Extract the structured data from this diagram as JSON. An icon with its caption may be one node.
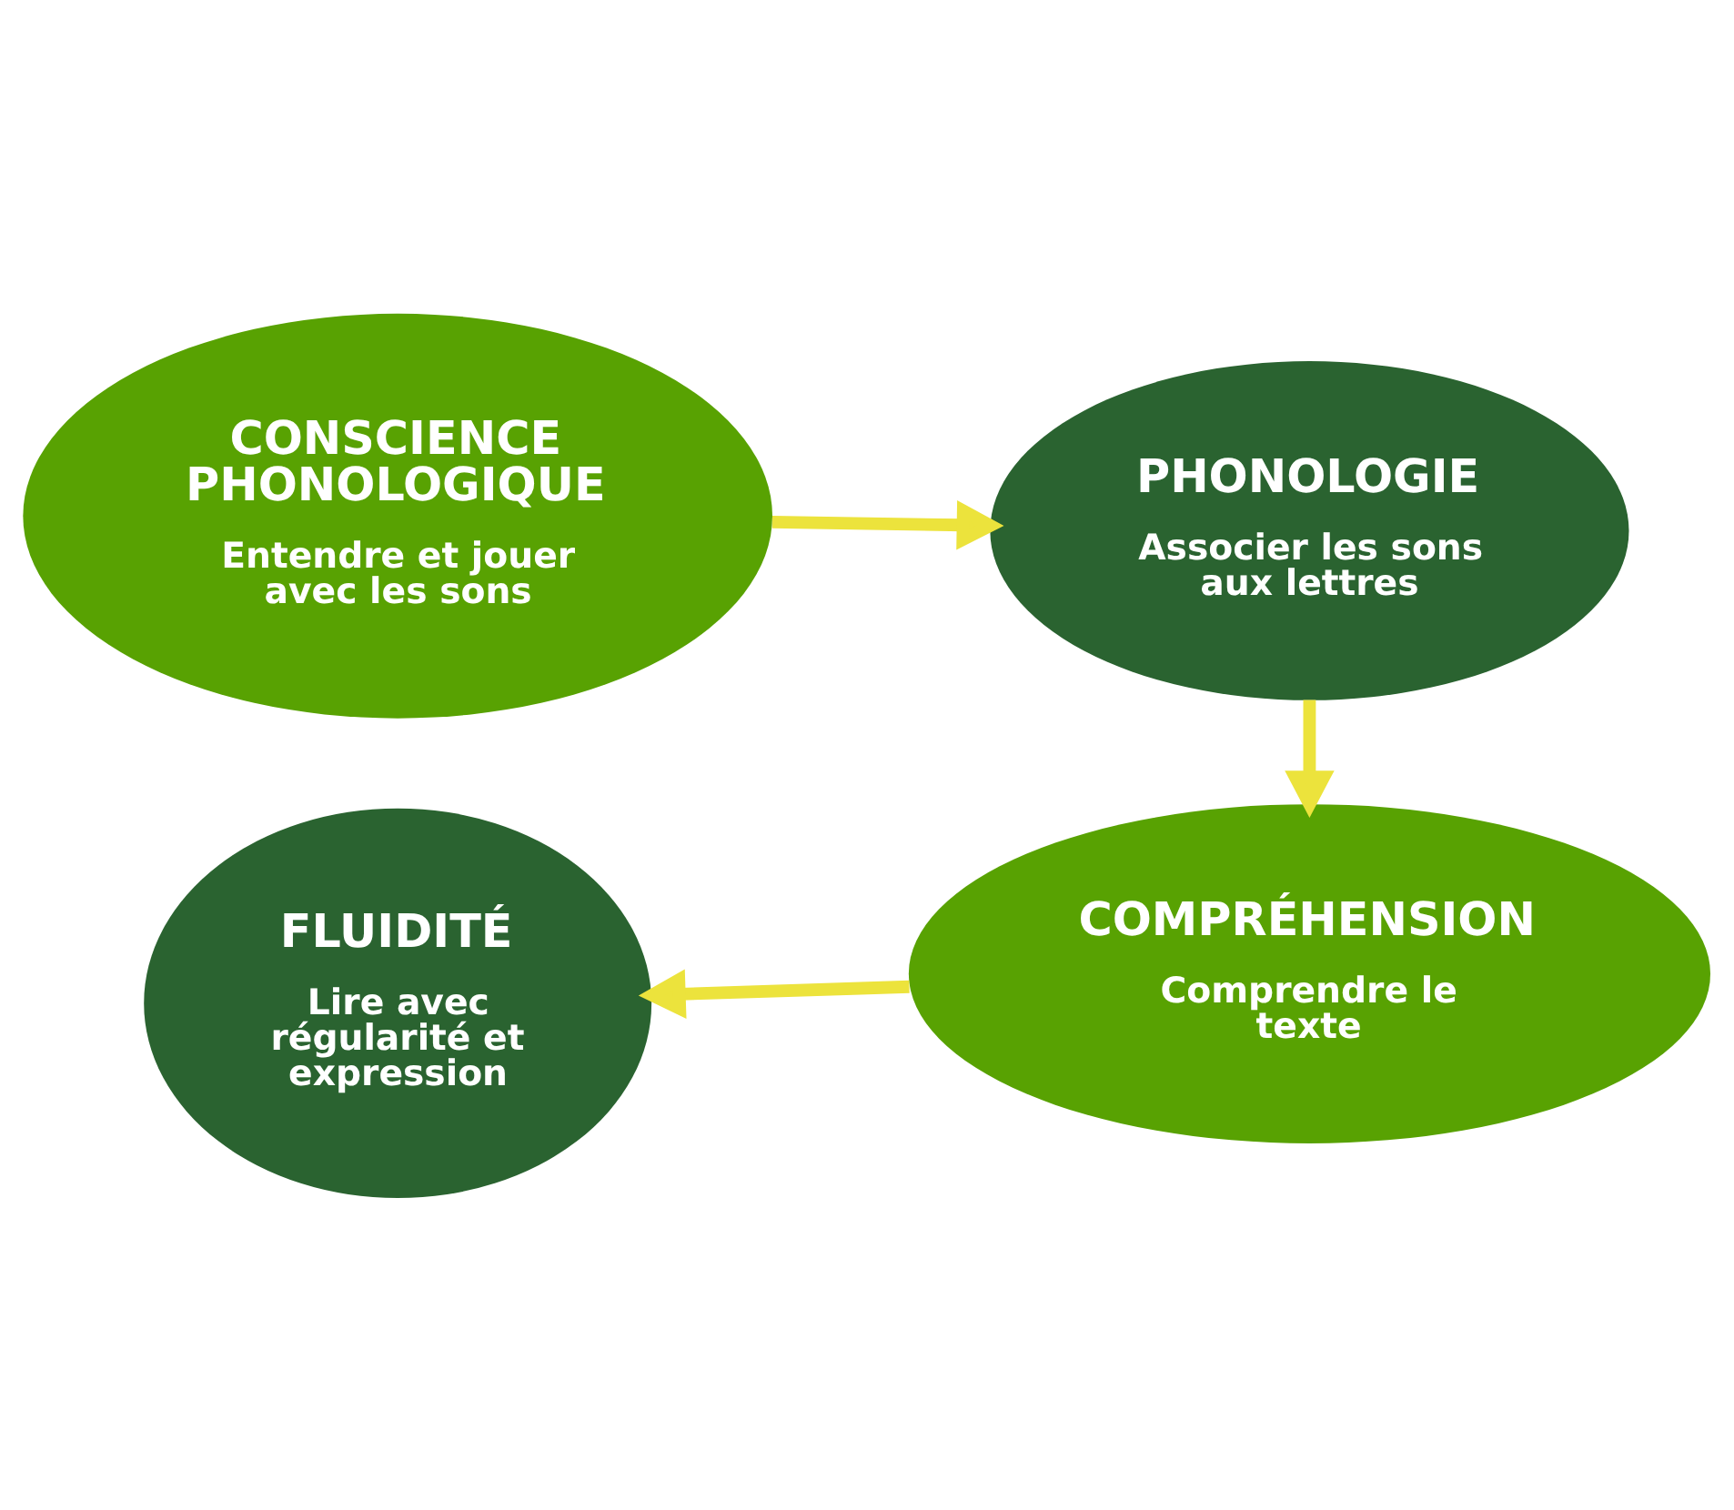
{
  "diagram": {
    "nodes": [
      {
        "text": [
          "CONSCIENCE PHONOLOGIQUE",
          "Entendre et jouer avec les sons"
        ]
      },
      {
        "text": [
          "PHONOLOGIE",
          "Associer les sons aux lettres"
        ]
      },
      {
        "text": [
          "COMPRÉHENSION",
          "Comprendre le texte"
        ]
      },
      {
        "text": [
          "FLUIDITÉ",
          "Lire avec régularité et expression"
        ]
      }
    ],
    "edges": [
      {
        "from": 0,
        "to": 1,
        "arrow": "to"
      },
      {
        "from": 1,
        "to": 2,
        "arrow": "to"
      },
      {
        "from": 2,
        "to": 3,
        "arrow": "to"
      }
    ]
  }
}
